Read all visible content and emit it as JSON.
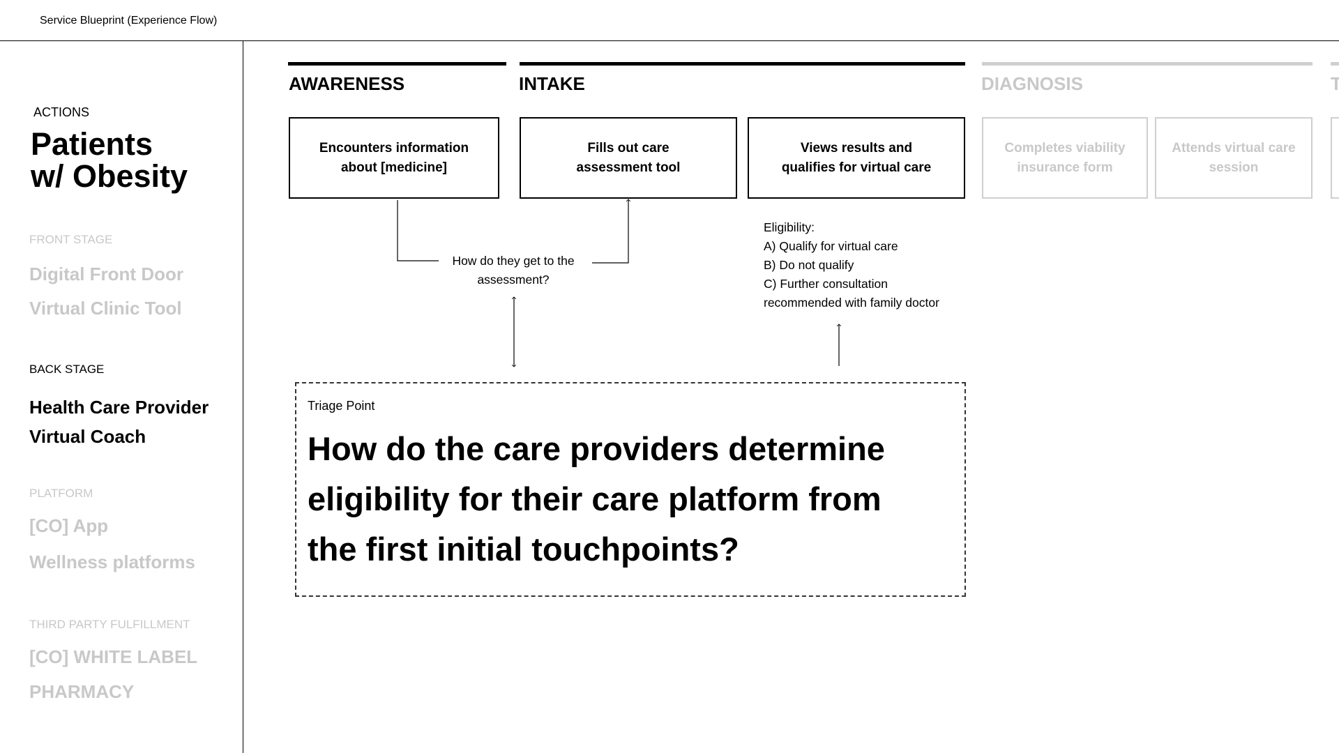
{
  "header": {
    "title": "Service Blueprint (Experience Flow)"
  },
  "sidebar": {
    "actions_label": "ACTIONS",
    "persona_line1": "Patients",
    "persona_line2": "w/ Obesity",
    "front_stage": {
      "label": "FRONT STAGE",
      "items": [
        "Digital Front Door",
        "Virtual Clinic Tool"
      ]
    },
    "back_stage": {
      "label": "BACK STAGE",
      "items": [
        "Health Care Provider",
        "Virtual Coach"
      ]
    },
    "platform": {
      "label": "PLATFORM",
      "items": [
        "[CO] App",
        "Wellness platforms"
      ]
    },
    "third_party": {
      "label": "THIRD PARTY FULFILLMENT",
      "items": [
        "[CO] WHITE LABEL",
        "PHARMACY"
      ]
    }
  },
  "phases": [
    {
      "name": "AWARENESS",
      "active": true
    },
    {
      "name": "INTAKE",
      "active": true
    },
    {
      "name": "DIAGNOSIS",
      "active": false
    },
    {
      "name": "T",
      "active": false
    }
  ],
  "steps": [
    {
      "line1": "Encounters information",
      "line2": "about [medicine]",
      "active": true
    },
    {
      "line1": "Fills out care",
      "line2": "assessment tool",
      "active": true
    },
    {
      "line1": "Views results and",
      "line2": "qualifies for virtual care",
      "active": true
    },
    {
      "line1": "Completes viability",
      "line2": "insurance form",
      "active": false
    },
    {
      "line1": "Attends virtual care",
      "line2": "session",
      "active": false
    }
  ],
  "notes": {
    "question": "How do they get to the assessment?",
    "eligibility": {
      "title": "Eligibility:",
      "options": [
        "A) Qualify for virtual care",
        "B) Do not qualify",
        "C) Further consultation",
        "recommended with family doctor"
      ]
    }
  },
  "triage": {
    "label": "Triage Point",
    "question": "How do the care providers determine eligibility for their care platform from the first initial touchpoints?"
  },
  "colors": {
    "ink": "#000000",
    "faded": "#c8c8c8",
    "faded_border": "#cfcfcf"
  }
}
